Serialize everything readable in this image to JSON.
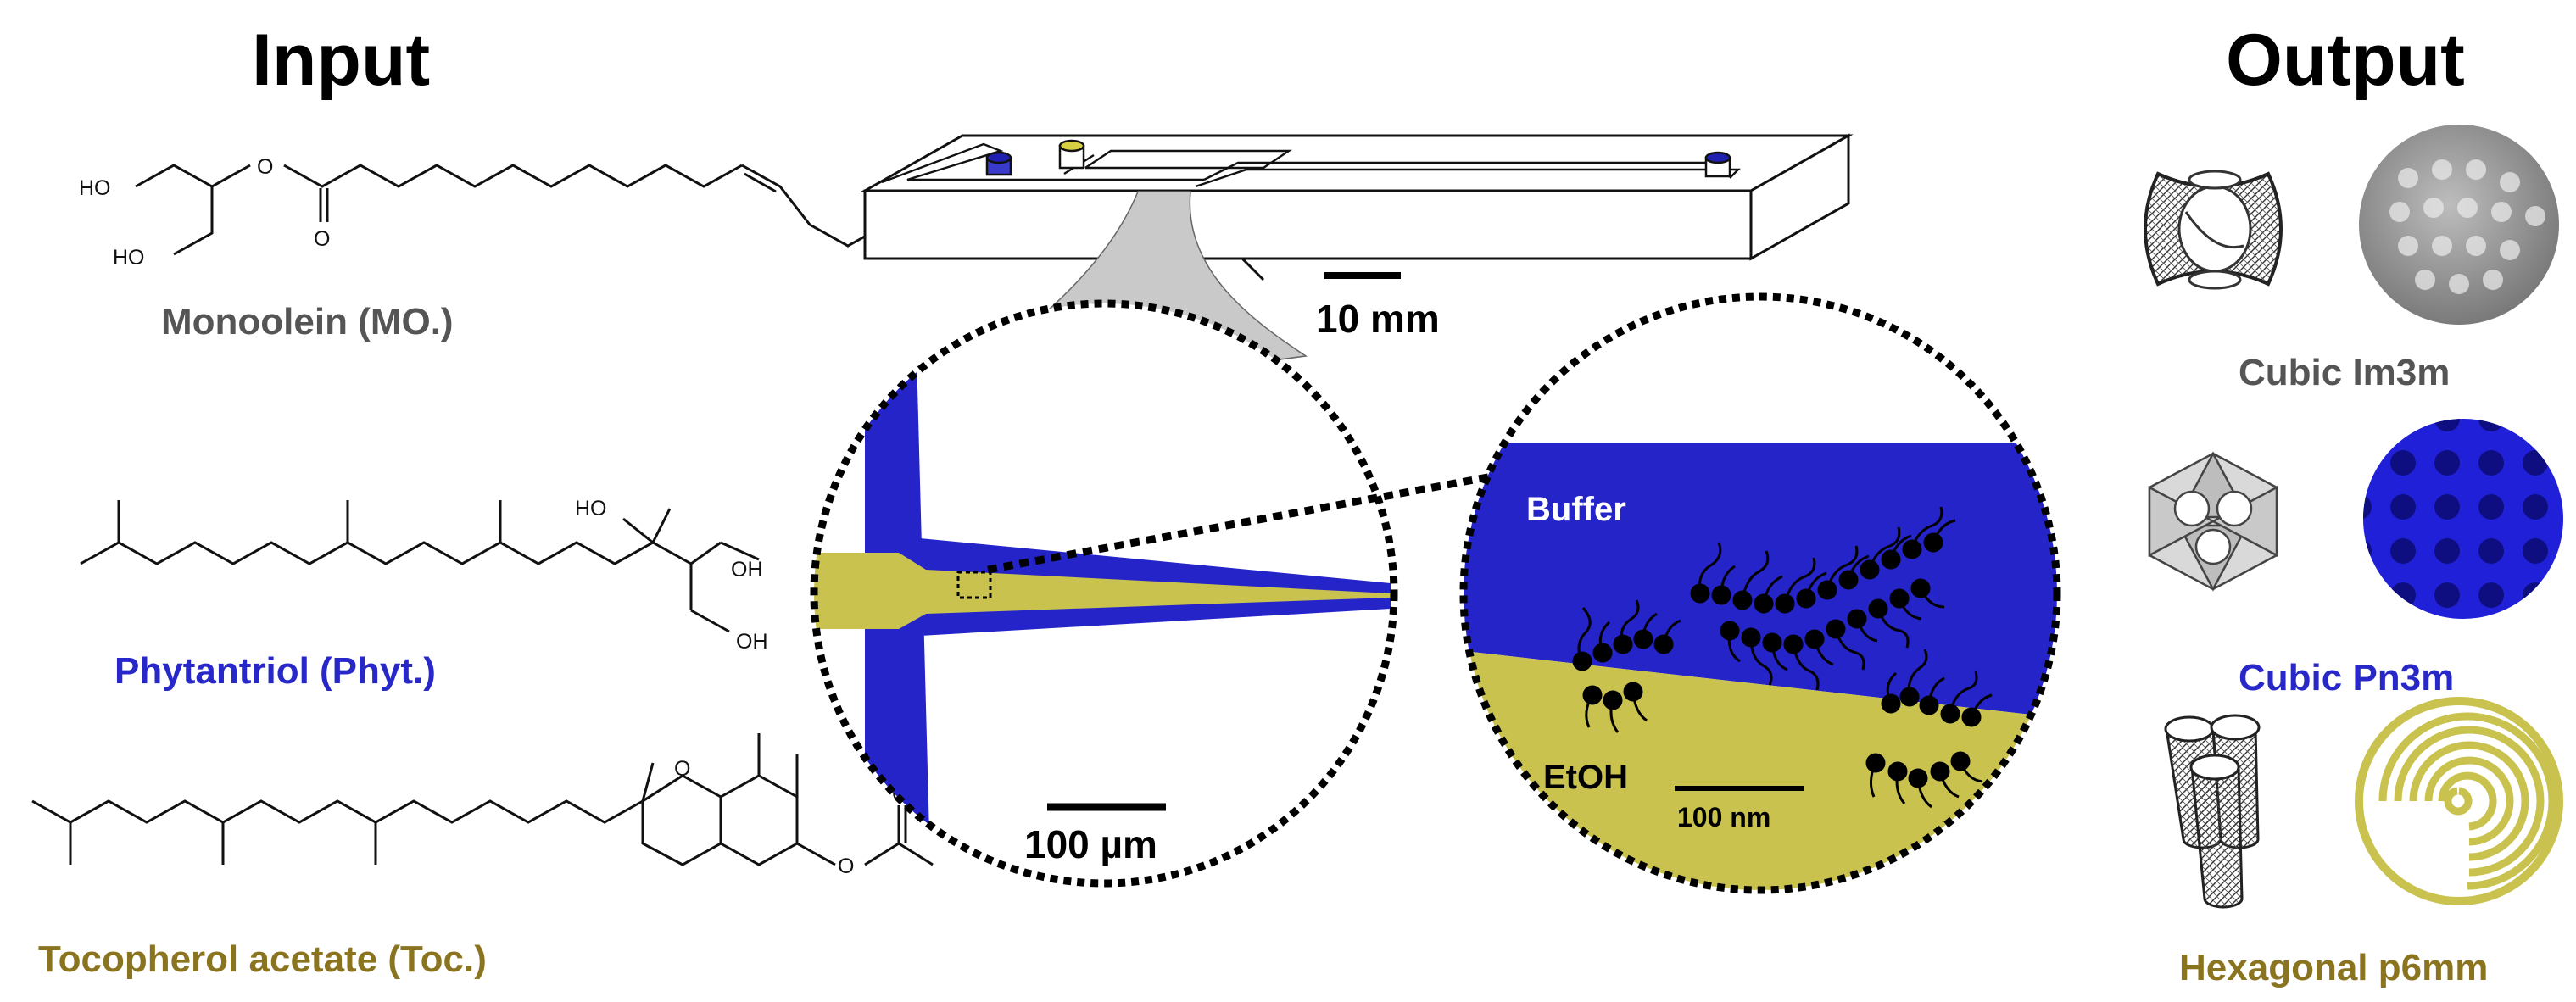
{
  "headings": {
    "input": "Input",
    "output": "Output"
  },
  "molecules": [
    {
      "name": "Monoolein (MO.)",
      "color": "#555555",
      "atoms": {
        "ho1": "HO",
        "ho2": "HO",
        "o_ester": "O",
        "o_carbonyl": "O"
      }
    },
    {
      "name": "Phytantriol (Phyt.)",
      "color": "#2828c8",
      "atoms": {
        "ho": "HO",
        "oh1": "OH",
        "oh2": "OH"
      }
    },
    {
      "name": "Tocopherol acetate (Toc.)",
      "color": "#8a7420",
      "atoms": {
        "o_ring": "O",
        "o_ester": "O",
        "o_carbonyl": "O"
      }
    }
  ],
  "device": {
    "chip_scale": "10 mm",
    "channel_scale": "100 µm",
    "molecular_scale": "100 nm",
    "buffer_label": "Buffer",
    "solvent_label": "EtOH",
    "buffer_color": "#2424c8",
    "solvent_color": "#c9c24e"
  },
  "phases": [
    {
      "name": "Cubic Im3m",
      "color": "#555555"
    },
    {
      "name": "Cubic Pn3m",
      "color": "#2828c8"
    },
    {
      "name": "Hexagonal p6mm",
      "color": "#8a7420"
    }
  ]
}
